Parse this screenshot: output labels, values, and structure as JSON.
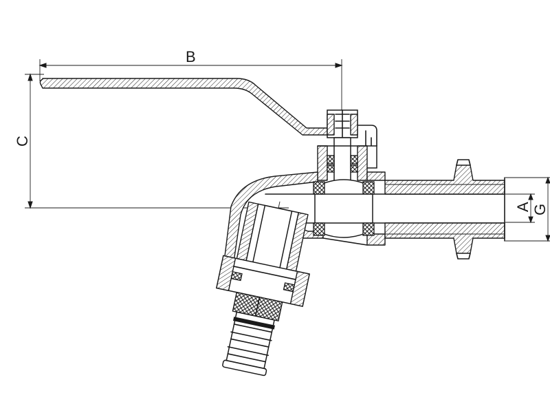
{
  "dimensions": {
    "b": "B",
    "c": "C",
    "a": "A",
    "g": "G"
  },
  "colors": {
    "line": "#1a1a1a",
    "background": "#ffffff"
  }
}
